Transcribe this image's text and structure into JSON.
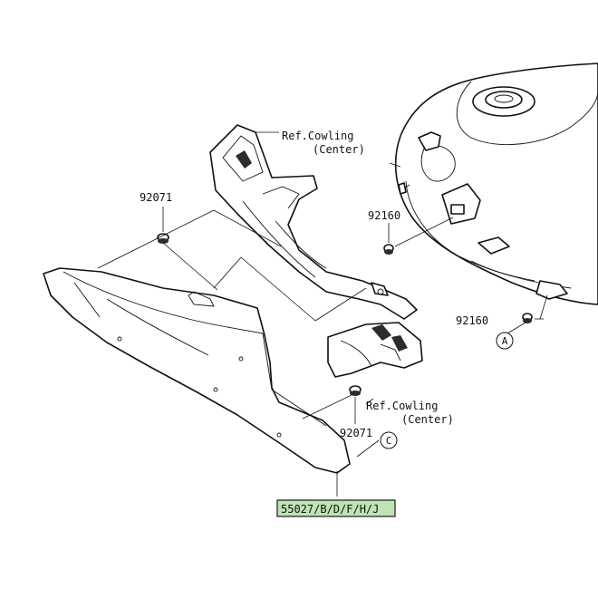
{
  "labels": {
    "ref_cowling_top_line1": "Ref.Cowling",
    "ref_cowling_top_line2": "(Center)",
    "ref_cowling_bottom_line1": "Ref.Cowling",
    "ref_cowling_bottom_line2": "(Center)",
    "part_92071_left": "92071",
    "part_92071_bottom": "92071",
    "part_92160_top": "92160",
    "part_92160_right": "92160",
    "main_part_number": "55027/B/D/F/H/J",
    "callout_a": "A",
    "callout_c": "C"
  },
  "colors": {
    "highlight": "#bfe3b5",
    "ink": "#111111"
  }
}
